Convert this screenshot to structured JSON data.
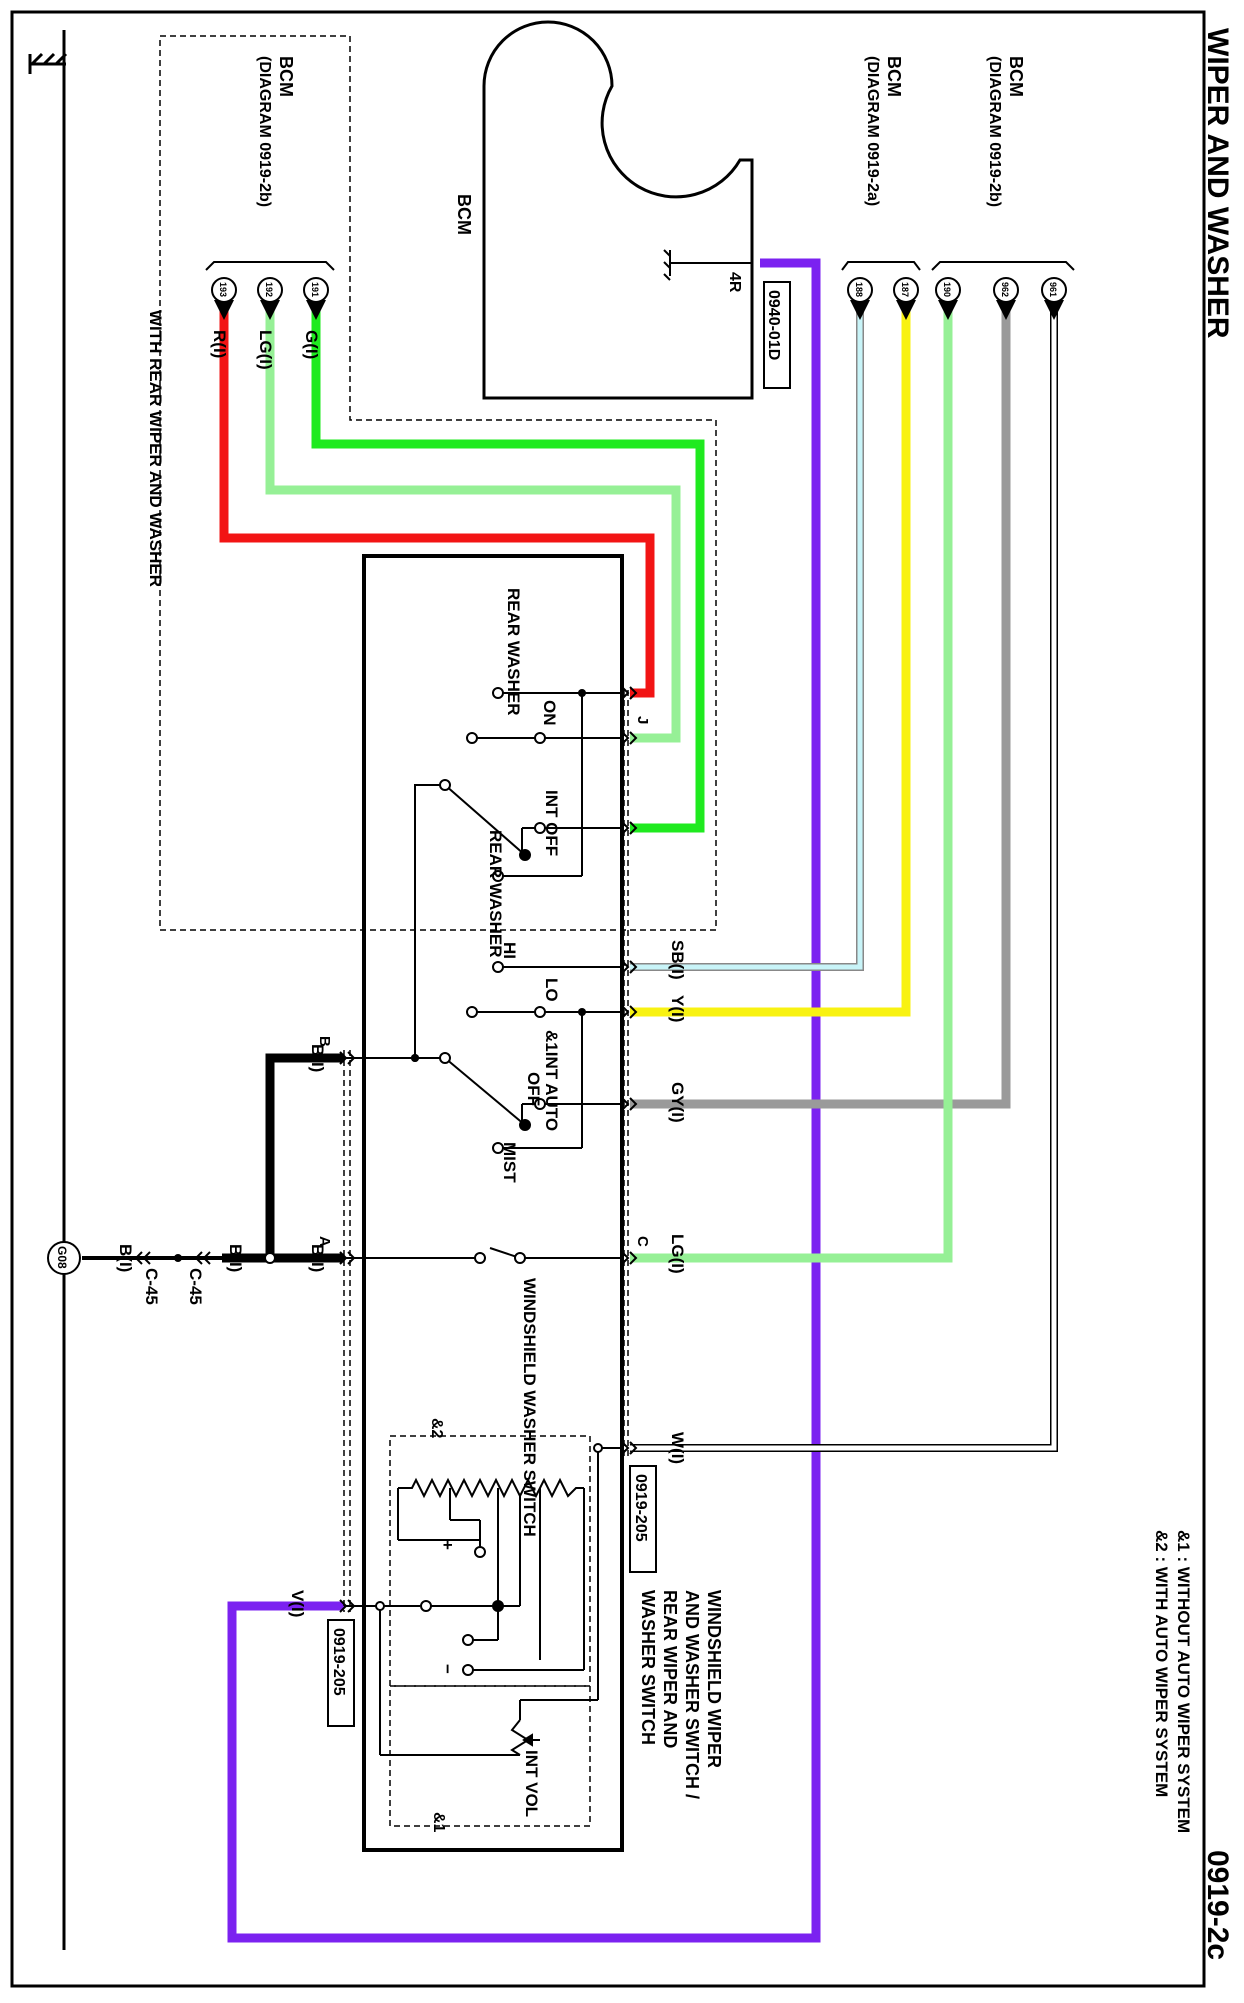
{
  "title": "WIPER AND WASHER",
  "page_code": "0919-2c",
  "notes": [
    "&1 : WITHOUT AUTO WIPER SYSTEM",
    "&2 : WITH AUTO WIPER SYSTEM"
  ],
  "bcm_top": {
    "label": "BCM",
    "ref": "(DIAGRAM  0919-2b)"
  },
  "bcm_mid": {
    "label": "BCM",
    "ref": "(DIAGRAM  0919-2a)"
  },
  "bcm_low": {
    "label": "BCM",
    "ref": "(DIAGRAM  0919-2b)"
  },
  "bcm_box": {
    "label": "BCM",
    "pin": "4R",
    "connector": "0940-01D"
  },
  "pins": {
    "p961": "961",
    "p962": "962",
    "p190": "190",
    "p187": "187",
    "p188": "188",
    "p191": "191",
    "p192": "192",
    "p193": "193"
  },
  "wires": {
    "w": "W(I)",
    "gy": "GY(I)",
    "lg_c": "LG(I)",
    "y": "Y(I)",
    "sb": "SB(I)",
    "g": "G(I)",
    "lg_rear": "LG(I)",
    "r": "R(I)",
    "v": "V(I)",
    "b_b": "B(I)",
    "b_a": "B(I)",
    "b_splice": "B(I)",
    "b_ground": "B(I)"
  },
  "colors": {
    "violet": "#7B22F0",
    "green": "#1FEA1F",
    "light_green": "#96F096",
    "red": "#F21414",
    "yellow": "#F8F212",
    "sky_blue": "#C8F4F8",
    "gray": "#9A9A9A",
    "white_wire": "#FFFFFF",
    "black": "#000000"
  },
  "terminals": {
    "j": "J",
    "c": "C",
    "b": "B",
    "a": "A"
  },
  "switch": {
    "name_lines": [
      "WINDSHIELD WIPER",
      "AND WASHER SWITCH /",
      "REAR WIPER AND",
      "WASHER SWITCH"
    ],
    "connector": "0919-205",
    "rear_washer_top": "REAR WASHER",
    "on": "ON",
    "int_off": "INT OFF",
    "rear_washer_sw": "REAR WASHER",
    "hi": "HI",
    "lo": "LO",
    "int_auto": "&1INT AUTO",
    "off": "OFF",
    "mist": "MIST",
    "washer_switch": "WINDSHIELD WASHER SWITCH",
    "int_vol": "INT VOL",
    "opt2": "&2",
    "opt1": "&1",
    "plus": "+",
    "minus": "−"
  },
  "rear_group": "WITH REAR WIPER AND WASHER",
  "connectors": {
    "c45_left": "C-45",
    "c45_right": "C-45",
    "ground": "G08",
    "v_conn": "0919-205"
  }
}
